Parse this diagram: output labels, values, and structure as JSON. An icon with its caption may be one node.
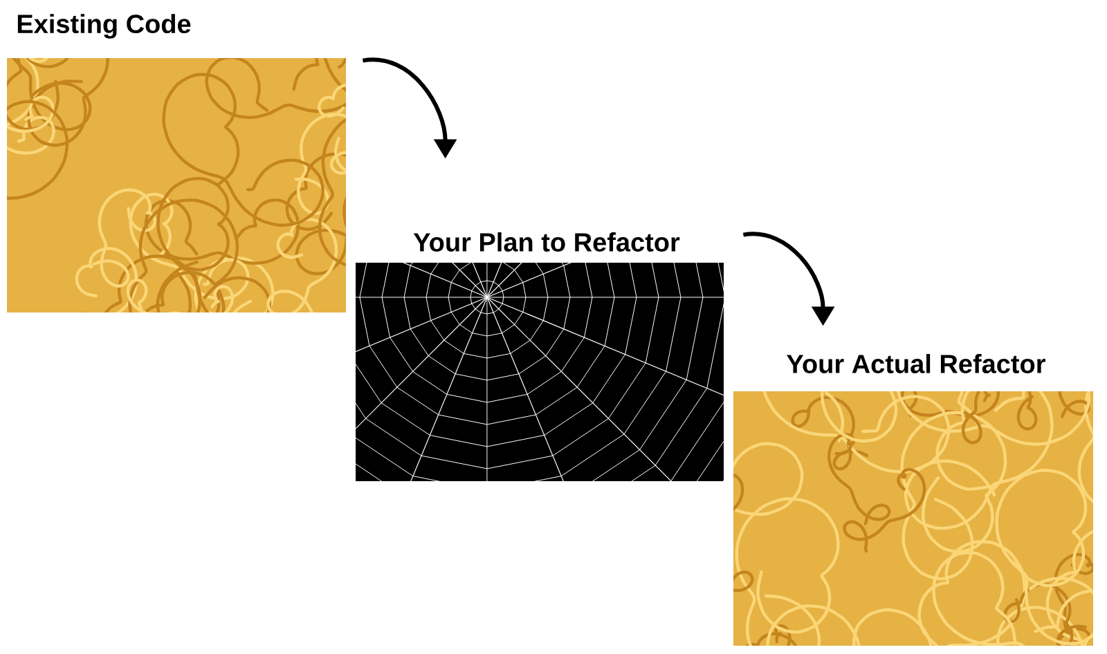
{
  "diagram": {
    "nodes": [
      {
        "text": [
          "Existing Code"
        ]
      },
      {
        "text": [
          "Your Plan to Refactor"
        ]
      },
      {
        "text": [
          "Your Actual Refactor"
        ]
      }
    ],
    "edges": [
      {
        "from": 0,
        "to": 1,
        "arrow": "to"
      },
      {
        "from": 1,
        "to": 2,
        "arrow": "to"
      }
    ]
  }
}
